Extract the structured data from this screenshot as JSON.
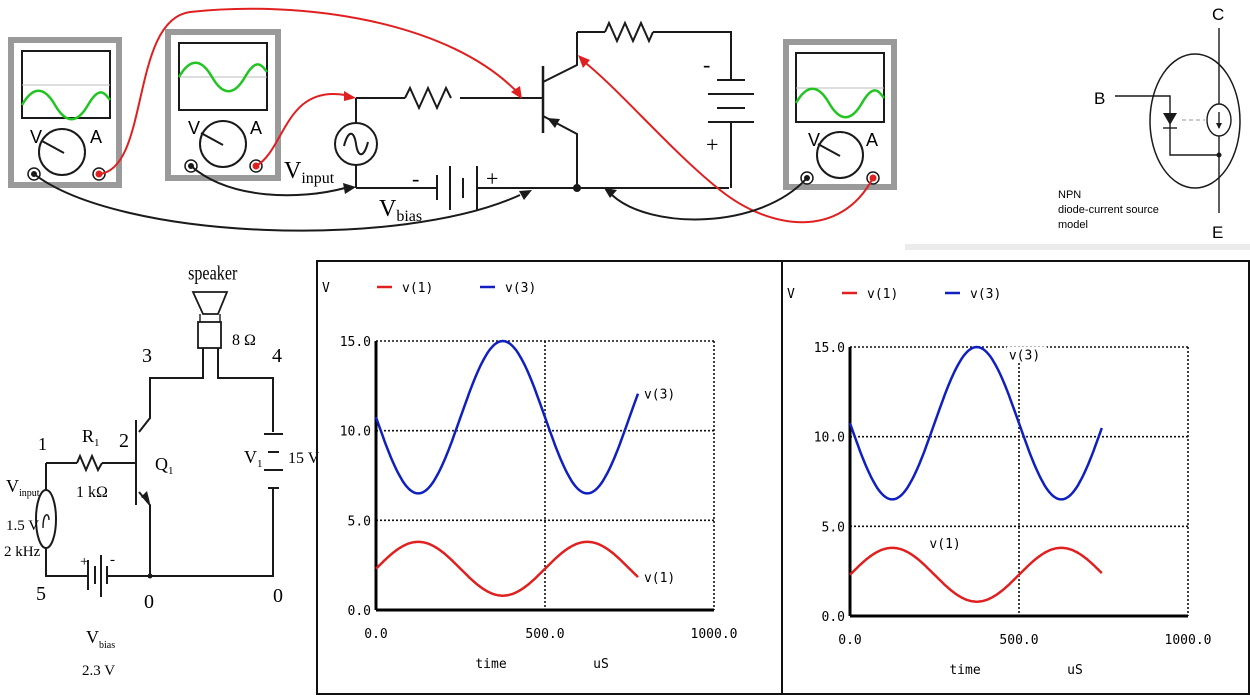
{
  "top_diagram": {
    "labels": {
      "v_input": "V",
      "v_input_sub": "input",
      "v_bias": "V",
      "v_bias_sub": "bias",
      "batt_minus": "-",
      "batt_plus": "+",
      "bias_minus": "-",
      "bias_plus": "+"
    },
    "scopes": [
      {
        "name": "scope-1",
        "v_label": "V",
        "a_label": "A"
      },
      {
        "name": "scope-2",
        "v_label": "V",
        "a_label": "A"
      },
      {
        "name": "scope-3",
        "v_label": "V",
        "a_label": "A"
      }
    ],
    "colors": {
      "probe_red": "#e02020",
      "probe_black": "#1a1a1a",
      "trace": "#22c422",
      "frame": "#9a9a9a"
    }
  },
  "npn_symbol": {
    "collector": "C",
    "base": "B",
    "emitter": "E"
  },
  "npn_model": {
    "collector": "C",
    "base": "B",
    "emitter": "E",
    "caption_line1": "NPN",
    "caption_line2": "diode-current source",
    "caption_line3": "model"
  },
  "schematic": {
    "speaker_label": "speaker",
    "speaker_value": "8 Ω",
    "node_1": "1",
    "node_2": "2",
    "node_3": "3",
    "node_4": "4",
    "node_5": "5",
    "node_0a": "0",
    "node_0b": "0",
    "r1_name": "R",
    "r1_sub": "1",
    "r1_value": "1 kΩ",
    "q1_name": "Q",
    "q1_sub": "1",
    "v1_name": "V",
    "v1_sub": "1",
    "v1_value": "15 V",
    "vin_name": "V",
    "vin_sub": "input",
    "vin_amp": "1.5 V",
    "vin_freq": "2 kHz",
    "vbias_name": "V",
    "vbias_sub": "bias",
    "vbias_value": "2.3 V",
    "vbias_plus": "+",
    "vbias_minus": "-"
  },
  "chart_data": [
    {
      "type": "line",
      "title": "",
      "ylabel": "V",
      "xlabel": "time",
      "xunit": "uS",
      "xlim": [
        0,
        1000
      ],
      "ylim": [
        0,
        15
      ],
      "xticks": [
        "0.0",
        "500.0",
        "1000.0"
      ],
      "yticks": [
        "0.0",
        "5.0",
        "10.0",
        "15.0"
      ],
      "grid": true,
      "legend_position": "top-left",
      "x_end": 775,
      "series": [
        {
          "name": "v(1)",
          "color": "#e02020",
          "offset": 2.3,
          "amplitude": 1.5,
          "freq_khz": 2,
          "sign": 1,
          "end_label": "v(1)",
          "sample_points": [
            [
              0,
              2.3
            ],
            [
              125,
              3.8
            ],
            [
              250,
              2.3
            ],
            [
              375,
              0.8
            ],
            [
              500,
              2.3
            ],
            [
              625,
              3.8
            ],
            [
              775,
              1.8
            ]
          ]
        },
        {
          "name": "v(3)",
          "color": "#1020c0",
          "offset": 10.75,
          "amplitude": 4.25,
          "freq_khz": 2,
          "sign": -1,
          "end_label": "v(3)",
          "sample_points": [
            [
              0,
              10.7
            ],
            [
              125,
              6.5
            ],
            [
              250,
              10.7
            ],
            [
              375,
              15.0
            ],
            [
              500,
              10.7
            ],
            [
              625,
              6.5
            ],
            [
              775,
              12.3
            ]
          ]
        }
      ],
      "label_placement": "end"
    },
    {
      "type": "line",
      "title": "",
      "ylabel": "V",
      "xlabel": "time",
      "xunit": "uS",
      "xlim": [
        0,
        1000
      ],
      "ylim": [
        0,
        15
      ],
      "xticks": [
        "0.0",
        "500.0",
        "1000.0"
      ],
      "yticks": [
        "0.0",
        "5.0",
        "10.0",
        "15.0"
      ],
      "grid": true,
      "legend_position": "top-left",
      "x_end": 745,
      "series": [
        {
          "name": "v(1)",
          "color": "#e02020",
          "offset": 2.3,
          "amplitude": 1.5,
          "freq_khz": 2,
          "sign": 1,
          "end_label": "v(1)",
          "sample_points": [
            [
              0,
              2.3
            ],
            [
              125,
              3.8
            ],
            [
              250,
              2.3
            ],
            [
              375,
              0.8
            ],
            [
              500,
              2.3
            ],
            [
              625,
              3.8
            ],
            [
              745,
              2.6
            ]
          ]
        },
        {
          "name": "v(3)",
          "color": "#1020c0",
          "offset": 10.75,
          "amplitude": 4.25,
          "freq_khz": 2,
          "sign": -1,
          "end_label": "v(3)",
          "sample_points": [
            [
              0,
              10.7
            ],
            [
              125,
              6.5
            ],
            [
              250,
              10.7
            ],
            [
              375,
              15.0
            ],
            [
              500,
              10.7
            ],
            [
              625,
              6.5
            ],
            [
              745,
              10.2
            ]
          ]
        }
      ],
      "label_placement": "inline"
    }
  ]
}
